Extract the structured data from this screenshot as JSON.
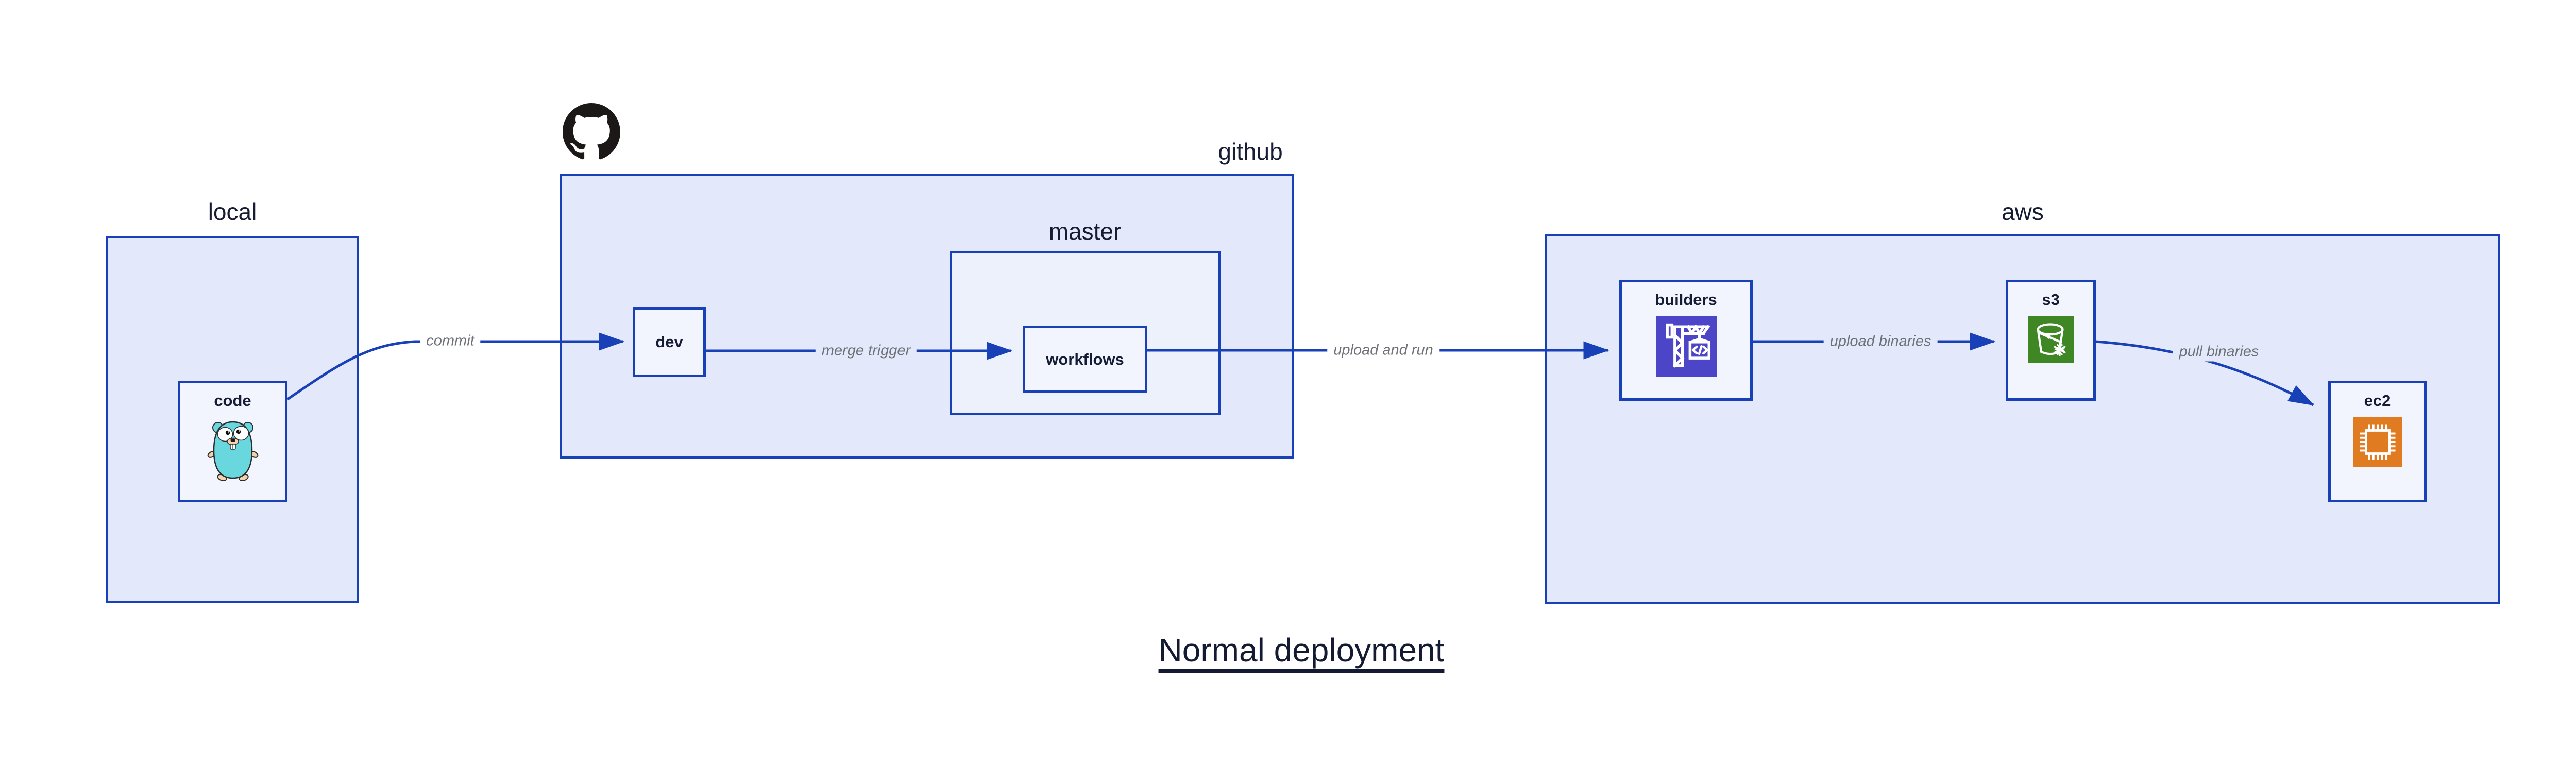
{
  "title": {
    "text": "Normal deployment"
  },
  "containers": {
    "local": {
      "label": "local"
    },
    "github": {
      "label": "github"
    },
    "master": {
      "label": "master"
    },
    "aws": {
      "label": "aws"
    }
  },
  "nodes": {
    "code": {
      "label": "code",
      "icon": "go-gopher-icon"
    },
    "dev": {
      "label": "dev"
    },
    "workflows": {
      "label": "workflows"
    },
    "builders": {
      "label": "builders",
      "icon": "codebuild-crane-icon",
      "icon_bg": "#4d45c8"
    },
    "s3": {
      "label": "s3",
      "icon": "s3-bucket-snowflake-icon",
      "icon_bg": "#3f8624"
    },
    "ec2": {
      "label": "ec2",
      "icon": "ec2-chip-icon",
      "icon_bg": "#e07b22"
    }
  },
  "edges": {
    "commit": {
      "label": "commit"
    },
    "merge_trigger": {
      "label": "merge trigger"
    },
    "upload_and_run": {
      "label": "upload and run"
    },
    "upload_binaries": {
      "label": "upload binaries"
    },
    "pull_binaries": {
      "label": "pull binaries"
    }
  },
  "logos": {
    "github_mark": "github-octocat-logo"
  },
  "colors": {
    "line_blue": "#1841b8",
    "container_fill": "#e3e9fa",
    "nested_fill": "#edf1fc",
    "node_fill": "#f2f5fd",
    "text_dark": "#161c33",
    "edge_label_gray": "#6e7177",
    "gopher_teal": "#69d7de",
    "octocat_black": "#1b1817"
  }
}
